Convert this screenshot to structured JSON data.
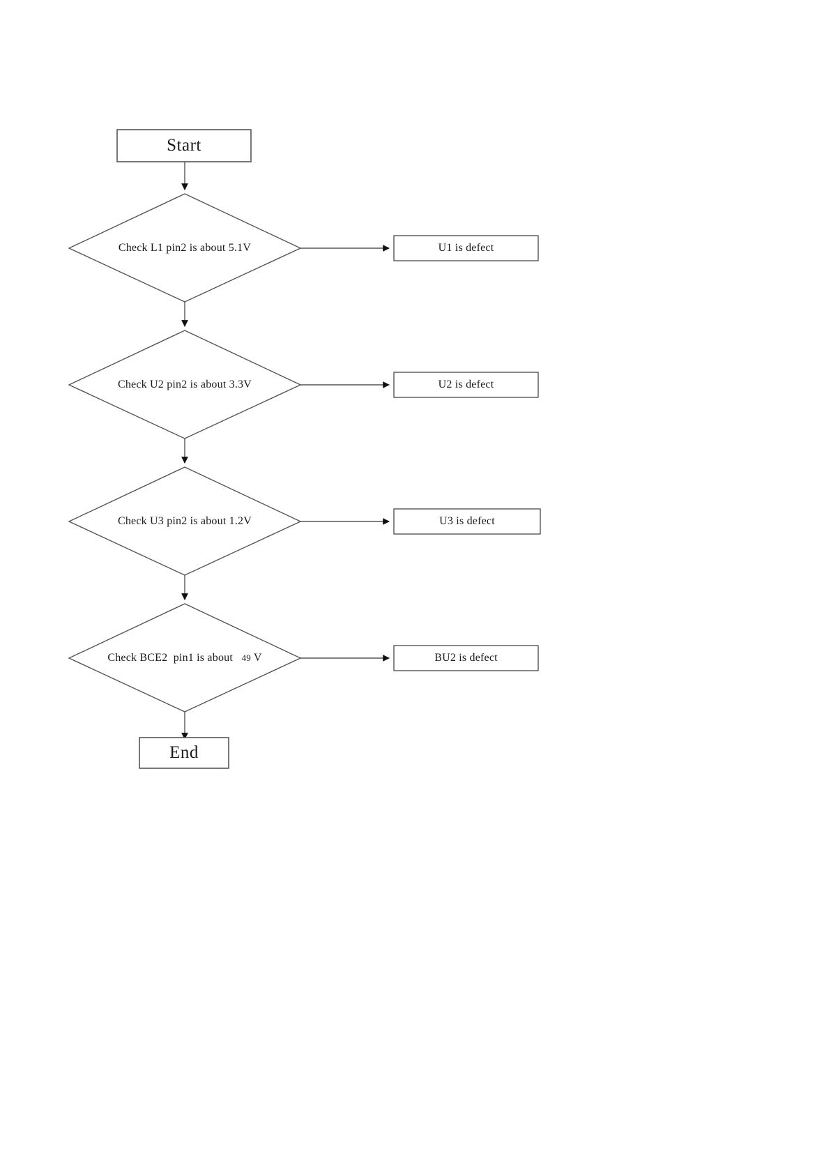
{
  "diagram": {
    "type": "flowchart",
    "orientation": "top-to-bottom",
    "background_color": "#ffffff",
    "stroke_color": "#555555",
    "text_color": "#1b1b1b",
    "start": {
      "label": "Start"
    },
    "end": {
      "label": "End"
    },
    "steps": [
      {
        "decision": "Check L1 pin2 is about 5.1V",
        "decision_prefix": "Check L1 pin2 is about 5.1V",
        "decision_suffix": "",
        "result": "U1 is defect"
      },
      {
        "decision": "Check U2 pin2 is about 3.3V",
        "decision_prefix": "Check U2 pin2 is about 3.3V",
        "decision_suffix": "",
        "result": "U2 is defect"
      },
      {
        "decision": "Check U3 pin2 is about 1.2V",
        "decision_prefix": "Check U3 pin2 is about 1.2V",
        "decision_suffix": "",
        "result": "U3 is defect"
      },
      {
        "decision": "Check BCE2  pin1 is about    49 V",
        "decision_prefix": "Check BCE2  pin1 is about   ",
        "decision_suffix": " V",
        "decision_value": "49",
        "result": "BU2 is defect"
      }
    ]
  }
}
